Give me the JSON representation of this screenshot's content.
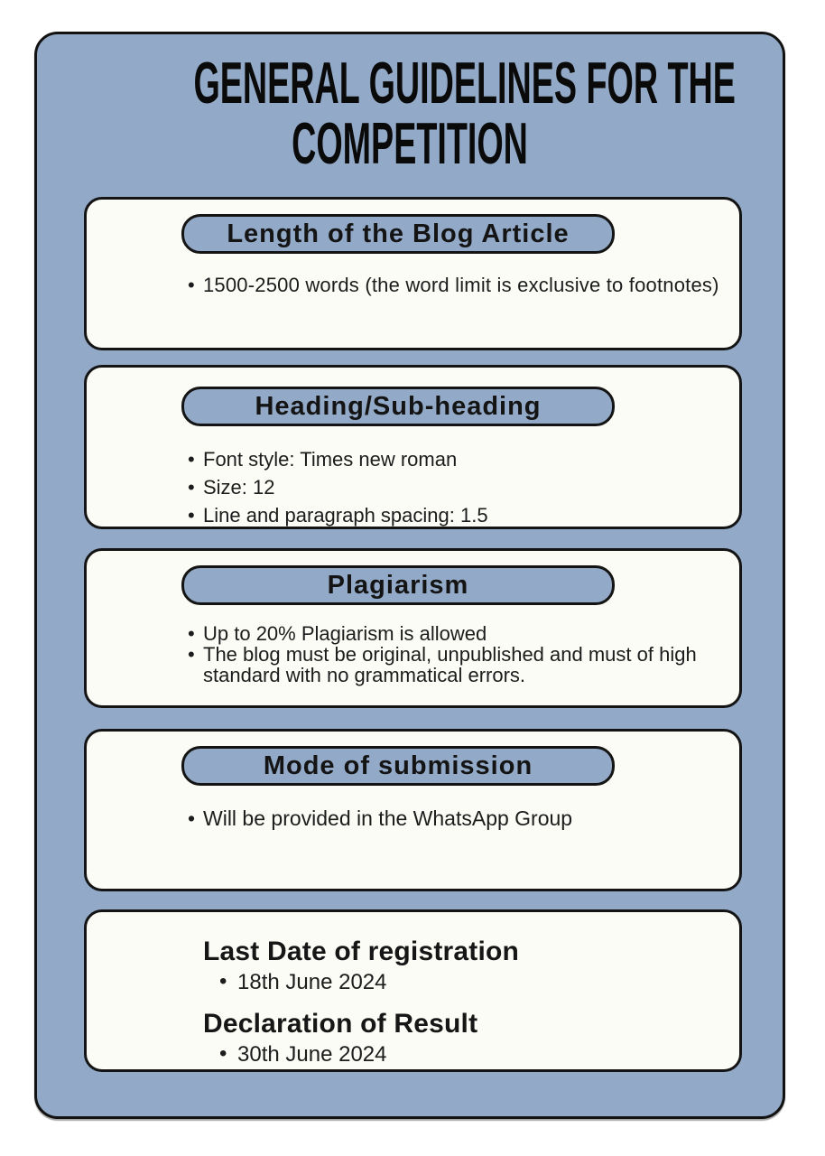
{
  "theme": {
    "panel_color": "#92a9c7",
    "card_color": "#fcfcf6",
    "border_color": "#141414",
    "text_color": "#1c1c1c"
  },
  "title": {
    "line1": "GENERAL GUIDELINES FOR THE",
    "line2": "COMPETITION"
  },
  "sections": [
    {
      "heading": "Length of the Blog Article",
      "bullets": [
        "1500-2500 words (the word limit is exclusive to footnotes)"
      ]
    },
    {
      "heading": "Heading/Sub-heading",
      "bullets": [
        "Font style: Times new roman",
        "Size: 12",
        "Line and paragraph spacing: 1.5"
      ]
    },
    {
      "heading": "Plagiarism",
      "bullets": [
        "Up to 20% Plagiarism is allowed",
        "The blog must be original, unpublished and must of high standard with no grammatical errors."
      ]
    },
    {
      "heading": "Mode of submission",
      "bullets": [
        "Will be provided in the WhatsApp Group"
      ]
    }
  ],
  "schedule": [
    {
      "heading": "Last Date of registration",
      "bullets": [
        "18th June 2024"
      ]
    },
    {
      "heading": "Declaration of Result",
      "bullets": [
        "30th June 2024"
      ]
    }
  ]
}
